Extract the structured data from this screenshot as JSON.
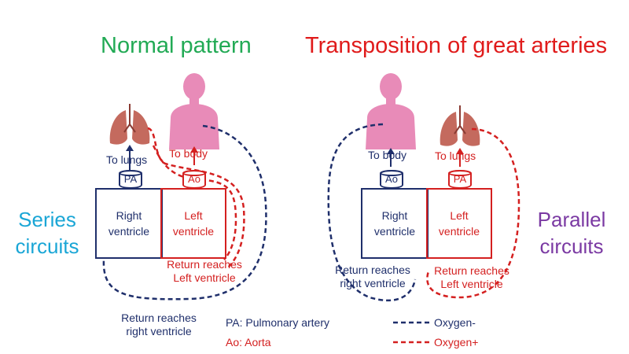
{
  "left_panel": {
    "title": "Normal pattern",
    "side_label_line1": "Series",
    "side_label_line2": "circuits",
    "to_lungs": "To lungs",
    "to_body": "To body",
    "vessel_right": "PA",
    "vessel_left": "Ao",
    "right_ventricle_line1": "Right",
    "right_ventricle_line2": "ventricle",
    "left_ventricle_line1": "Left",
    "left_ventricle_line2": "ventricle",
    "return_left_line1": "Return reaches",
    "return_left_line2": "Left ventricle",
    "return_right_line1": "Return reaches",
    "return_right_line2": "right ventricle"
  },
  "right_panel": {
    "title": "Transposition of great arteries",
    "side_label_line1": "Parallel",
    "side_label_line2": "circuits",
    "to_body": "To body",
    "to_lungs": "To lungs",
    "vessel_right": "Ao",
    "vessel_left": "PA",
    "right_ventricle_line1": "Right",
    "right_ventricle_line2": "ventricle",
    "left_ventricle_line1": "Left",
    "left_ventricle_line2": "ventricle",
    "return_right_line1": "Return reaches",
    "return_right_line2": "right ventricle",
    "return_left_line1": "Return reaches",
    "return_left_line2": "Left ventricle"
  },
  "legend": {
    "pa": "PA: Pulmonary artery",
    "ao": "Ao: Aorta",
    "oxygen_minus": "Oxygen-",
    "oxygen_plus": "Oxygen+"
  },
  "colors": {
    "navy": "#1f2f6b",
    "red": "#d42020",
    "green": "#22aa55",
    "cyan": "#1aa6d6",
    "purple": "#7b3aa3",
    "body_pink": "#e88bb8",
    "lung": "#c46a5e"
  },
  "icons": [
    "lungs-icon",
    "human-body-icon"
  ]
}
